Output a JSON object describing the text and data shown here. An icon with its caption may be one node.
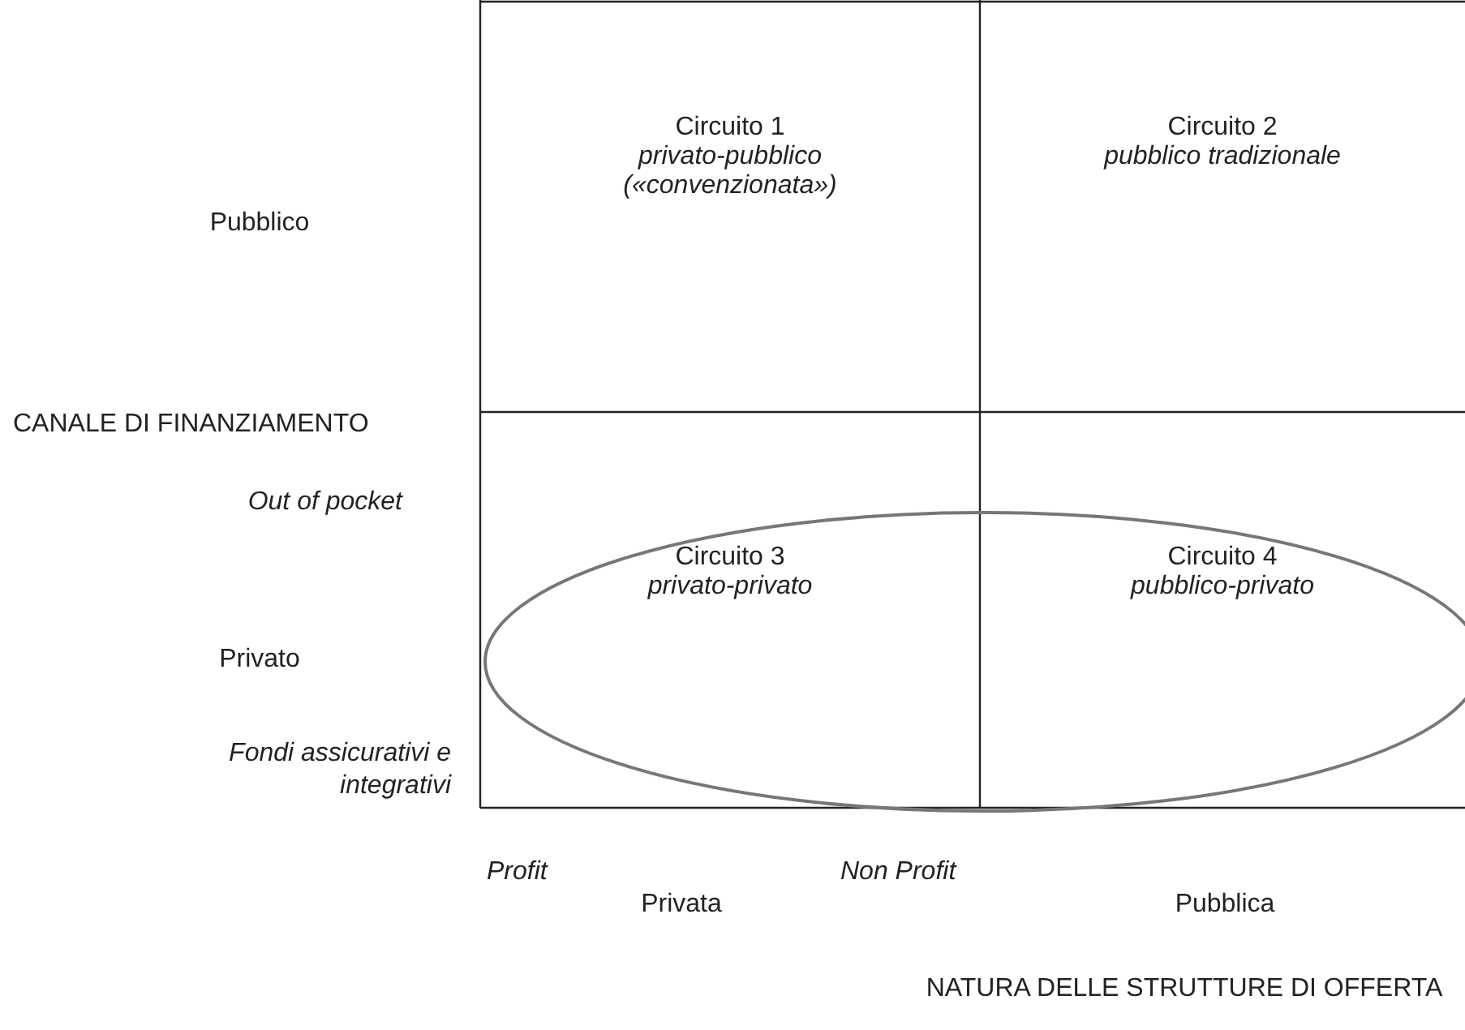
{
  "diagram": {
    "nodes": [
      {
        "text": [
          "Circuito 1",
          "privato-pubblico («convenzionata»)"
        ]
      },
      {
        "text": [
          "Circuito 2",
          "pubblico tradizionale"
        ]
      },
      {
        "text": [
          "Circuito 3",
          "privato-privato"
        ]
      },
      {
        "text": [
          "Circuito 4",
          "pubblico-privato"
        ]
      }
    ],
    "edges": [],
    "labels": [
      "Pubblico",
      "CANALE DI FINANZIAMENTO",
      "Out of pocket",
      "Privato",
      "Fondi assicurativi e integrativi",
      "Profit",
      "Privata",
      "Non Profit",
      "Pubblica",
      "NATURA DELLE STRUTTURE DI OFFERTA"
    ]
  }
}
